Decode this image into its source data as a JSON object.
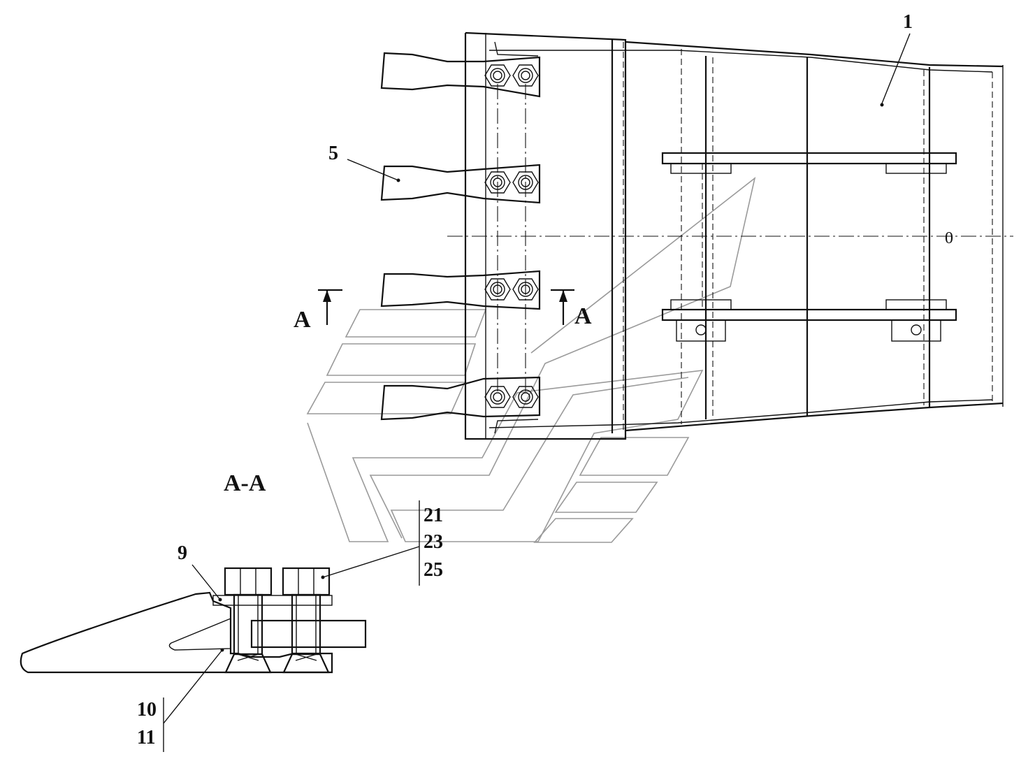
{
  "drawing": {
    "callouts": {
      "part_1": "1",
      "part_5": "5",
      "part_9": "9",
      "group_fasteners": [
        "21",
        "23",
        "25"
      ],
      "group_tooth": [
        "10",
        "11"
      ]
    },
    "section_marker_left": "A",
    "section_marker_right": "A",
    "section_title": "A-A",
    "watermark": "watermark-logo",
    "line_color": "#111111",
    "watermark_color": "#9a9a9a"
  }
}
